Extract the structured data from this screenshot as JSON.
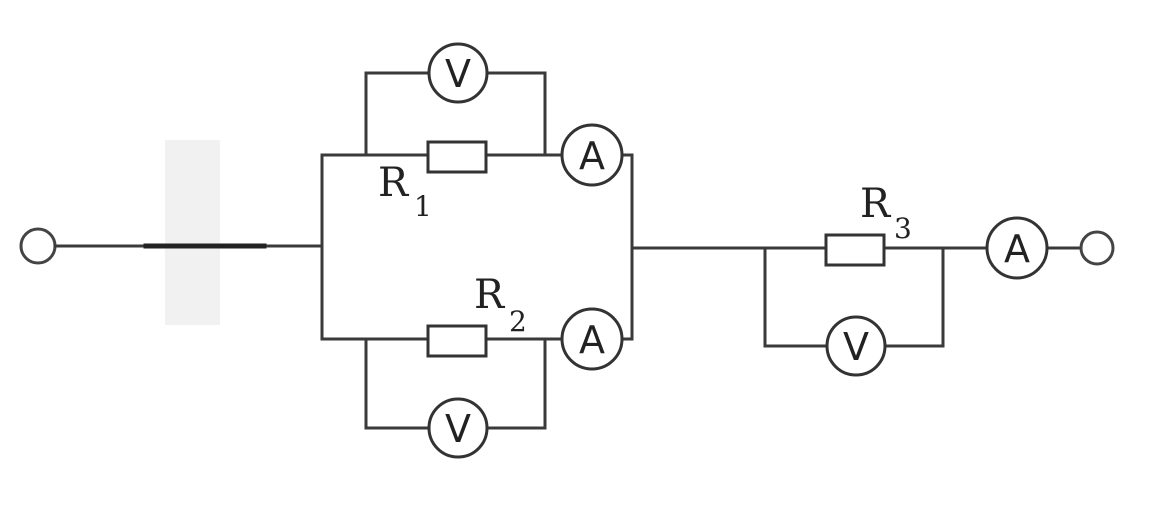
{
  "resistors": [
    {
      "id": "r1",
      "letter": "R",
      "index": "1"
    },
    {
      "id": "r2",
      "letter": "R",
      "index": "2"
    },
    {
      "id": "r3",
      "letter": "R",
      "index": "3"
    }
  ],
  "meters": {
    "voltmeter_symbol": "V",
    "ammeter_symbol": "A"
  }
}
